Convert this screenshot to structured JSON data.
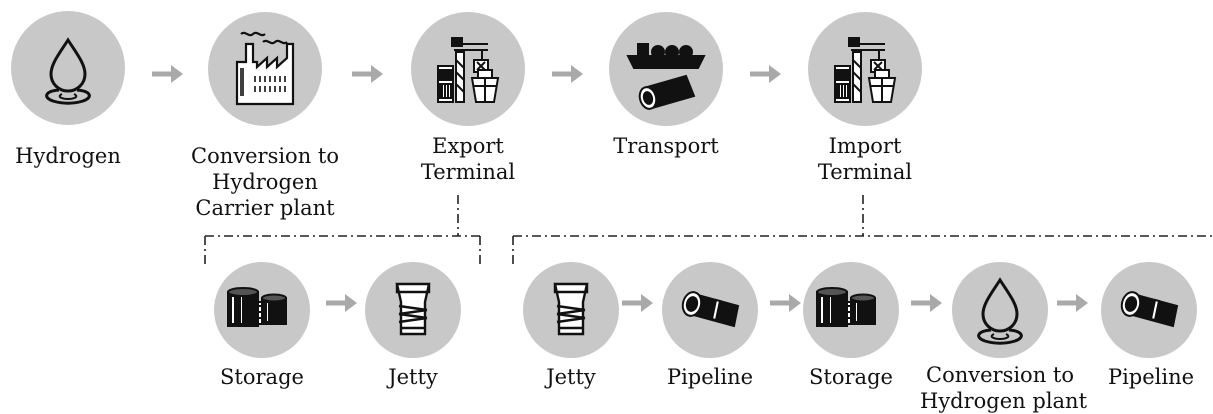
{
  "main_flow": [
    {
      "id": "hydrogen",
      "label": [
        "Hydrogen"
      ],
      "icon": "droplet-icon"
    },
    {
      "id": "conversion-carrier",
      "label": [
        "Conversion to",
        "Hydrogen",
        "Carrier plant"
      ],
      "icon": "factory-icon"
    },
    {
      "id": "export-terminal",
      "label": [
        "Export",
        "Terminal"
      ],
      "icon": "port-terminal-icon"
    },
    {
      "id": "transport",
      "label": [
        "Transport"
      ],
      "icon": "ship-pipeline-icon"
    },
    {
      "id": "import-terminal",
      "label": [
        "Import",
        "Terminal"
      ],
      "icon": "port-terminal-icon"
    }
  ],
  "export_detail": [
    {
      "id": "storage",
      "label": [
        "Storage"
      ],
      "icon": "storage-tanks-icon"
    },
    {
      "id": "jetty",
      "label": [
        "Jetty"
      ],
      "icon": "jetty-icon"
    }
  ],
  "import_detail": [
    {
      "id": "jetty",
      "label": [
        "Jetty"
      ],
      "icon": "jetty-icon"
    },
    {
      "id": "pipeline",
      "label": [
        "Pipeline"
      ],
      "icon": "pipeline-icon"
    },
    {
      "id": "storage",
      "label": [
        "Storage"
      ],
      "icon": "storage-tanks-icon"
    },
    {
      "id": "conversion-hydrogen",
      "label": [
        "Conversion to",
        "Hydrogen plant"
      ],
      "icon": "droplet-icon"
    },
    {
      "id": "pipeline-2",
      "label": [
        "Pipeline"
      ],
      "icon": "pipeline-icon"
    }
  ],
  "colors": {
    "circle_fill": "#c8c8c8",
    "arrow": "#a9a9a9",
    "icon_stroke": "#111111",
    "dashed_line": "#222222"
  }
}
